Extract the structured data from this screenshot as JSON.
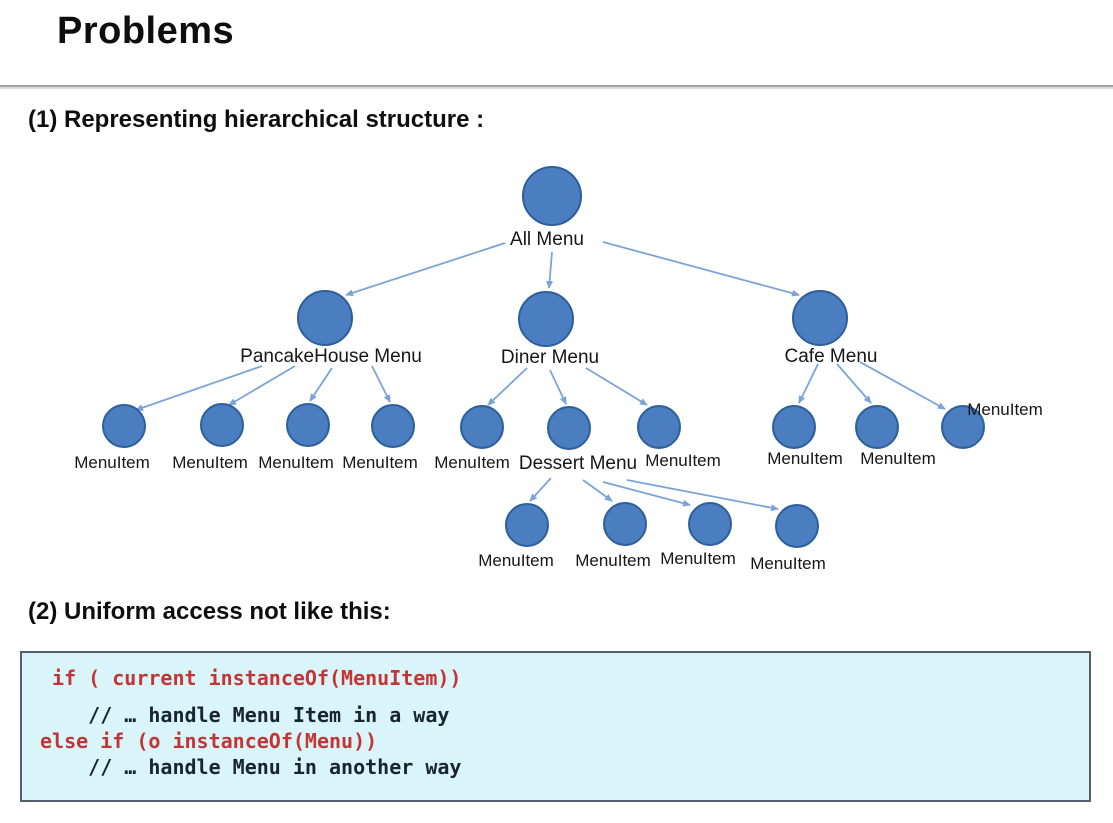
{
  "slide": {
    "title": "Problems",
    "section1_heading": "(1) Representing hierarchical structure :",
    "section2_heading": "(2) Uniform access not like this:"
  },
  "tree": {
    "root_label": "All Menu",
    "pancake_label": "PancakeHouse Menu",
    "diner_label": "Diner Menu",
    "cafe_label": "Cafe Menu",
    "dessert_label": "Dessert Menu",
    "menuitem_label": "MenuItem"
  },
  "code_block": {
    "line1": " if ( current instanceOf(MenuItem))",
    "line2": "    // … handle Menu Item in a way",
    "line3": "else if (o instanceOf(Menu))",
    "line4": "    // … handle Menu in another way"
  },
  "colors": {
    "heading": "#0e0e0e",
    "rule": "#a3a3a3",
    "node_fill": "#4a7ec0",
    "node_stroke": "#2d5f9d",
    "arrow": "#7aa4d8",
    "code_bg": "#d9f5fa",
    "code_border": "#535f6b",
    "code_red": "#c53434",
    "code_dark": "#18242e"
  }
}
